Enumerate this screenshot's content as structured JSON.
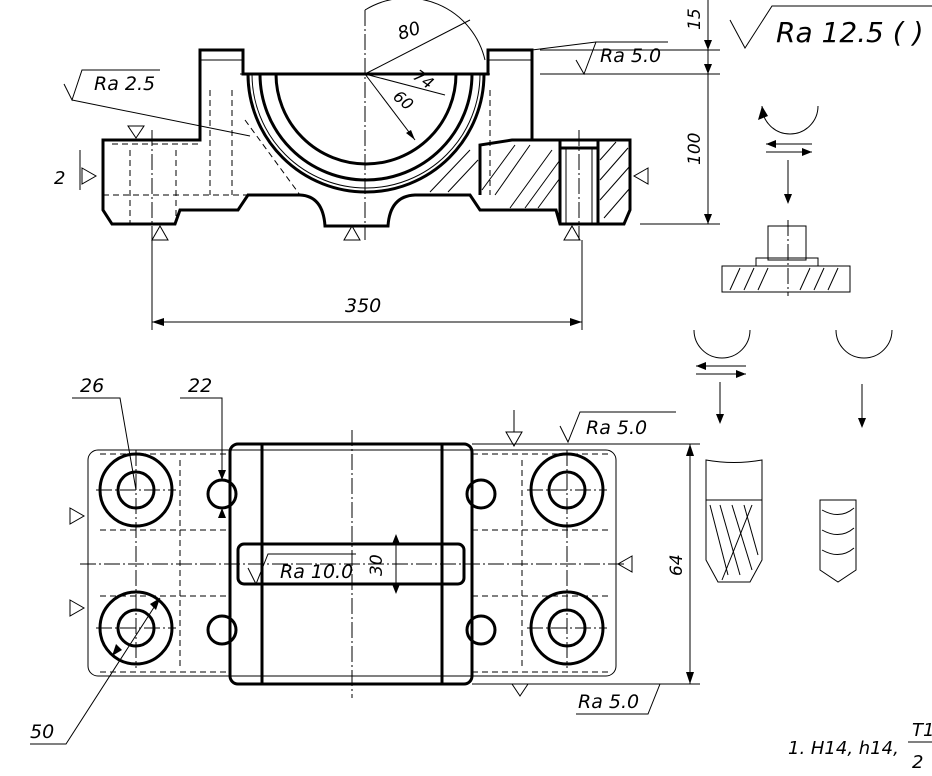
{
  "roughness": {
    "general": "Ra 12.5 (  )",
    "top_face": "Ra 5.0",
    "bore": "Ra 2.5",
    "slot": "Ra 10.0",
    "plan_top": "Ra 5.0",
    "plan_bottom": "Ra 5.0"
  },
  "dimensions": {
    "r80": "80",
    "r74": "74",
    "r60": "60",
    "h15": "15",
    "h100": "100",
    "w350": "350",
    "d26": "26",
    "d22": "22",
    "d50": "50",
    "w30": "30",
    "w64": "64",
    "marker2": "2"
  },
  "notes": {
    "tolerance": "1. H14, h14,",
    "fraction_top": "T1",
    "fraction_bottom": "2"
  }
}
